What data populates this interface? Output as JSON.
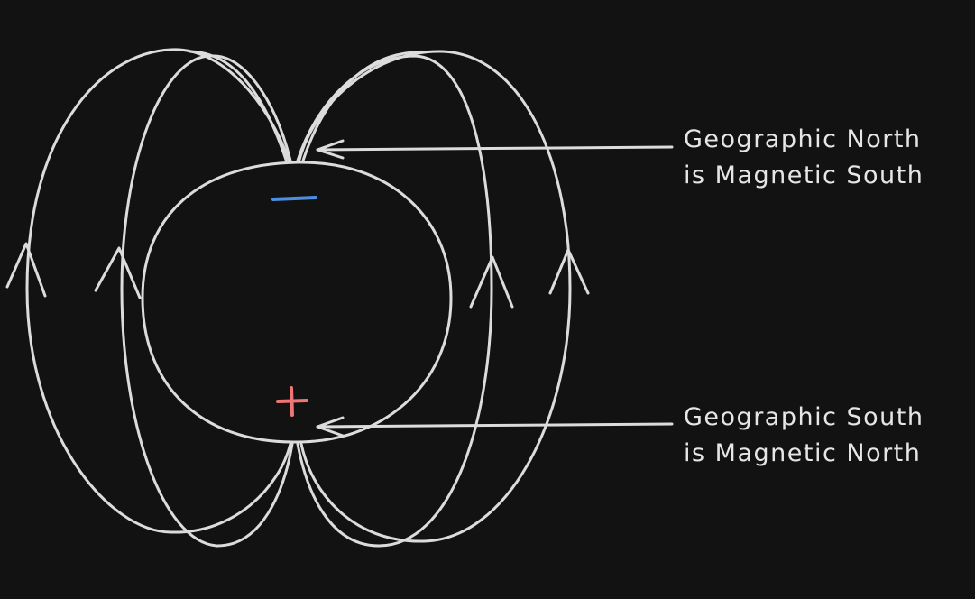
{
  "colors": {
    "background": "#121212",
    "line": "#dcdcdc",
    "negative_sign": "#4a90e2",
    "positive_sign": "#f07575",
    "text": "#e6e6e6"
  },
  "signs": {
    "top": "−",
    "bottom": "+"
  },
  "labels": {
    "north": {
      "line1": "Geographic North",
      "line2": "is Magnetic South"
    },
    "south": {
      "line1": "Geographic South",
      "line2": "is Magnetic North"
    }
  }
}
